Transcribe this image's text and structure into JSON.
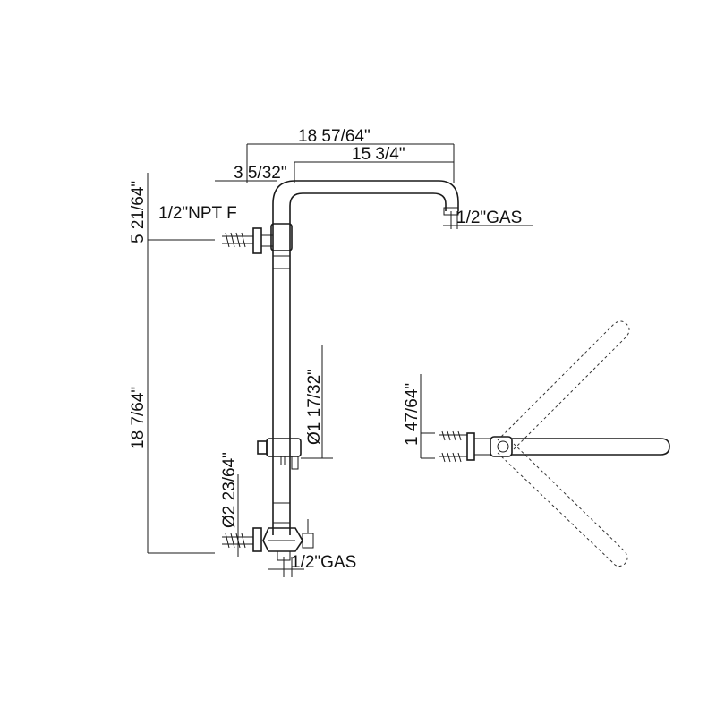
{
  "dimensions": {
    "total_width": "18 57/64\"",
    "arm_length": "15 3/4\"",
    "offset": "3 5/32\"",
    "top_height": "5 21/64\"",
    "total_height": "18 7/64\"",
    "pipe_diameter": "Ø1 17/32\"",
    "flange_diameter": "Ø2 23/64\"",
    "side_depth": "1 47/64\""
  },
  "connections": {
    "npt_label": "1/2\"NPT F",
    "head_gas_label": "1/2\"GAS",
    "bottom_gas_label": "1/2\"GAS"
  }
}
